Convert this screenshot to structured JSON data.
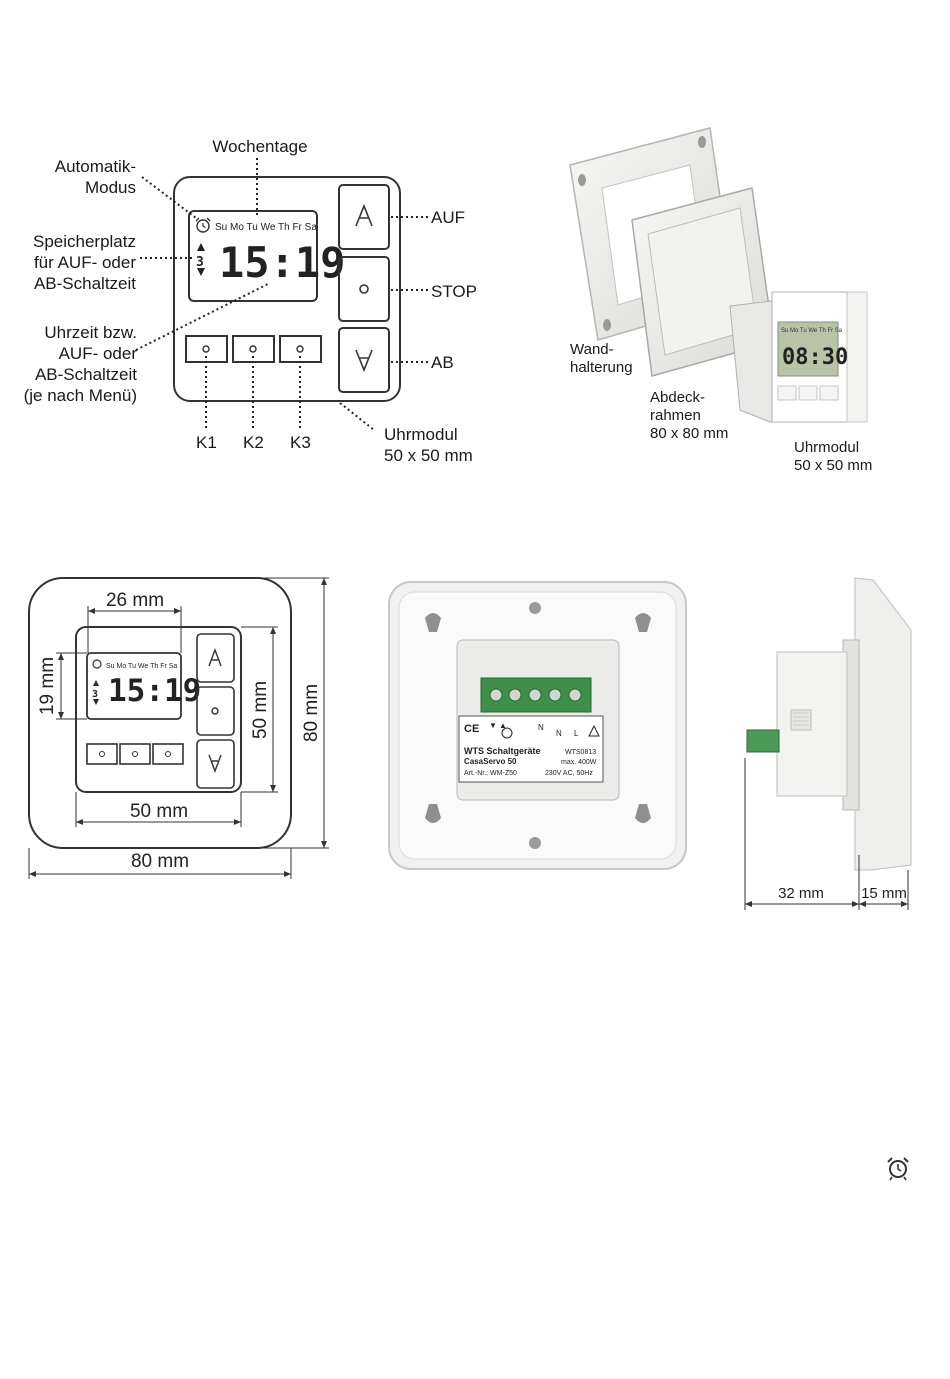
{
  "front_diagram": {
    "labels": {
      "automatik": "Automatik-\nModus",
      "wochentage": "Wochentage",
      "speicherplatz": "Speicherplatz\nfür AUF- oder\nAB-Schaltzeit",
      "uhrzeit": "Uhrzeit bzw.\nAUF- oder\nAB-Schaltzeit\n(je nach Menü)",
      "auf": "AUF",
      "stop": "STOP",
      "ab": "AB",
      "k1": "K1",
      "k2": "K2",
      "k3": "K3",
      "uhrmodul": "Uhrmodul\n50 x 50 mm"
    },
    "display": {
      "days": "Su Mo Tu We Th Fr Sa",
      "time": "15:19",
      "memory": "3"
    }
  },
  "exploded_view": {
    "wand": "Wand-\nhalterung",
    "abdeck": "Abdeck-\nrahmen\n80 x 80 mm",
    "uhrmodul": "Uhrmodul\n50 x 50 mm",
    "display_time": "08:30",
    "display_days": "Su Mo Tu We Th Fr Sa"
  },
  "dimension_drawing": {
    "d26": "26 mm",
    "d19": "19 mm",
    "d50h": "50 mm",
    "d80h": "80 mm",
    "d50w": "50 mm",
    "d80w": "80 mm",
    "display_days": "Su Mo Tu We Th Fr Sa",
    "display_time": "15:19",
    "display_memory": "3"
  },
  "back_view": {
    "brand": "WTS Schaltgeräte",
    "model": "CasaServo 50",
    "code": "WTS0813",
    "power": "max. 400W",
    "art": "Art.-Nr.: WM-Z50",
    "voltage": "230V AC, 50Hz",
    "ce": "CE",
    "terminals": [
      "▼",
      "▲",
      "N",
      "N",
      "L"
    ]
  },
  "side_view": {
    "d32": "32 mm",
    "d15": "15 mm"
  },
  "icons": {
    "corner": "alarm-clock-icon"
  }
}
